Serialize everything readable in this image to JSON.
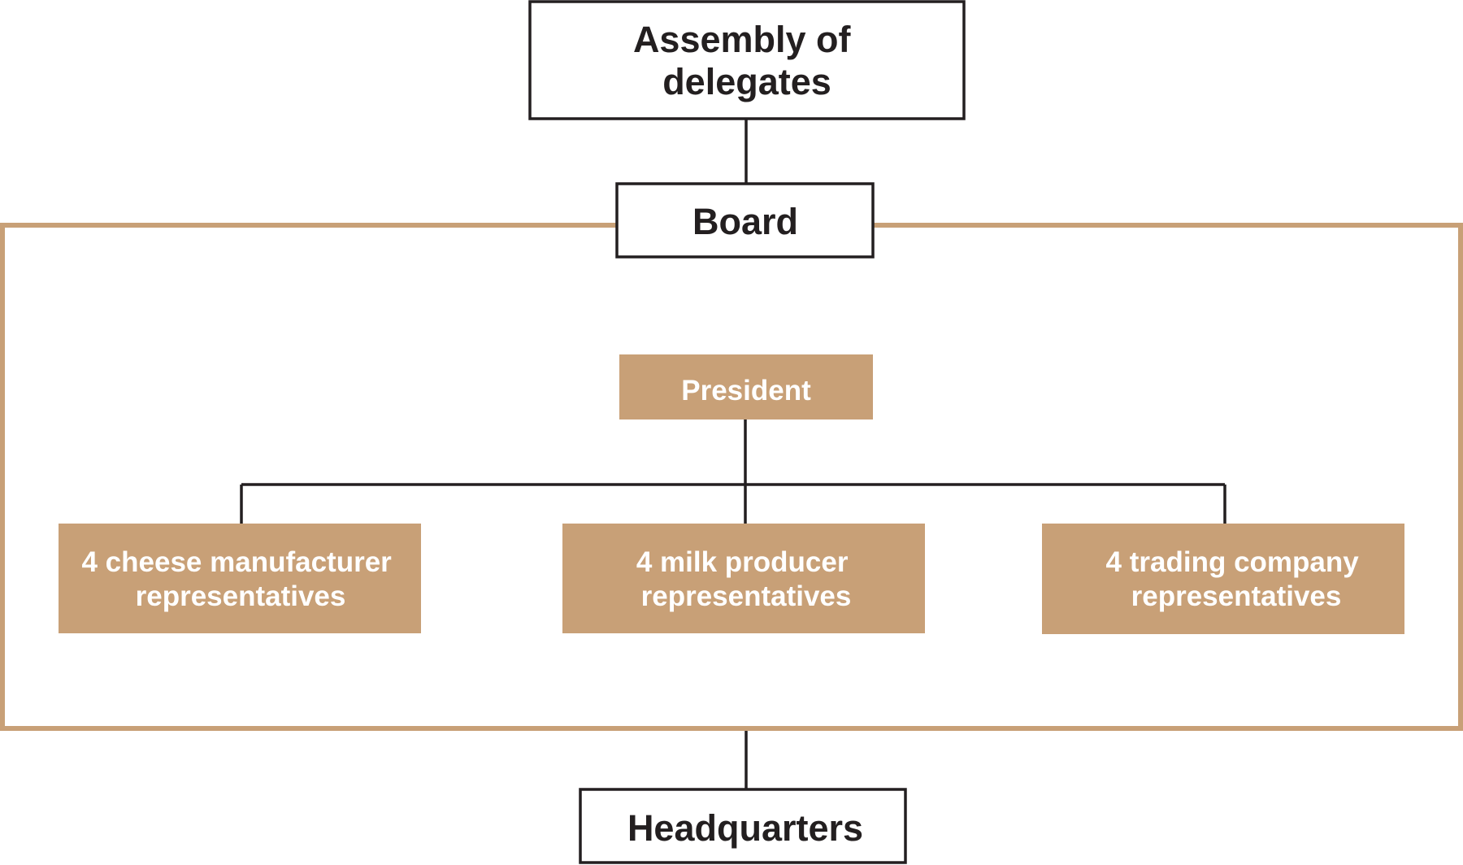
{
  "colors": {
    "accent": "#c8a077",
    "line": "#231f20",
    "light_text": "#ffffff",
    "dark_text": "#231f20"
  },
  "org_chart": {
    "assembly": {
      "lines": [
        "Assembly of",
        "delegates"
      ]
    },
    "board": {
      "label": "Board"
    },
    "president": {
      "label": "President"
    },
    "representatives": [
      {
        "lines": [
          "4 cheese manufacturer",
          "representatives"
        ]
      },
      {
        "lines": [
          "4 milk producer",
          "representatives"
        ]
      },
      {
        "lines": [
          "4 trading company",
          "representatives"
        ]
      }
    ],
    "headquarters": {
      "label": "Headquarters"
    }
  }
}
